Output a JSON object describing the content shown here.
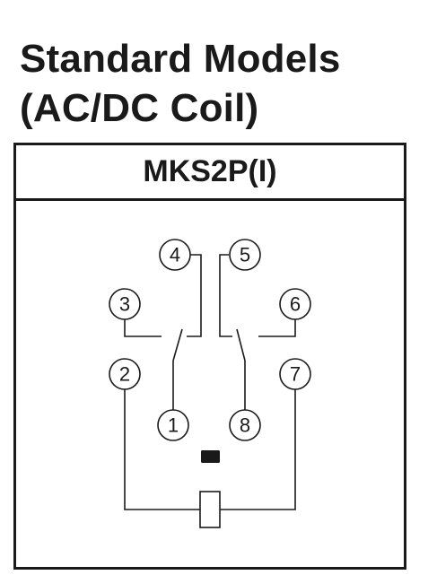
{
  "heading": {
    "line1": "Standard Models",
    "line2": "(AC/DC Coil)"
  },
  "model": {
    "name": "MKS2P(I)"
  },
  "pins": {
    "p1": "1",
    "p2": "2",
    "p3": "3",
    "p4": "4",
    "p5": "5",
    "p6": "6",
    "p7": "7",
    "p8": "8"
  },
  "colors": {
    "ink": "#1a1a1a",
    "background": "#ffffff"
  }
}
